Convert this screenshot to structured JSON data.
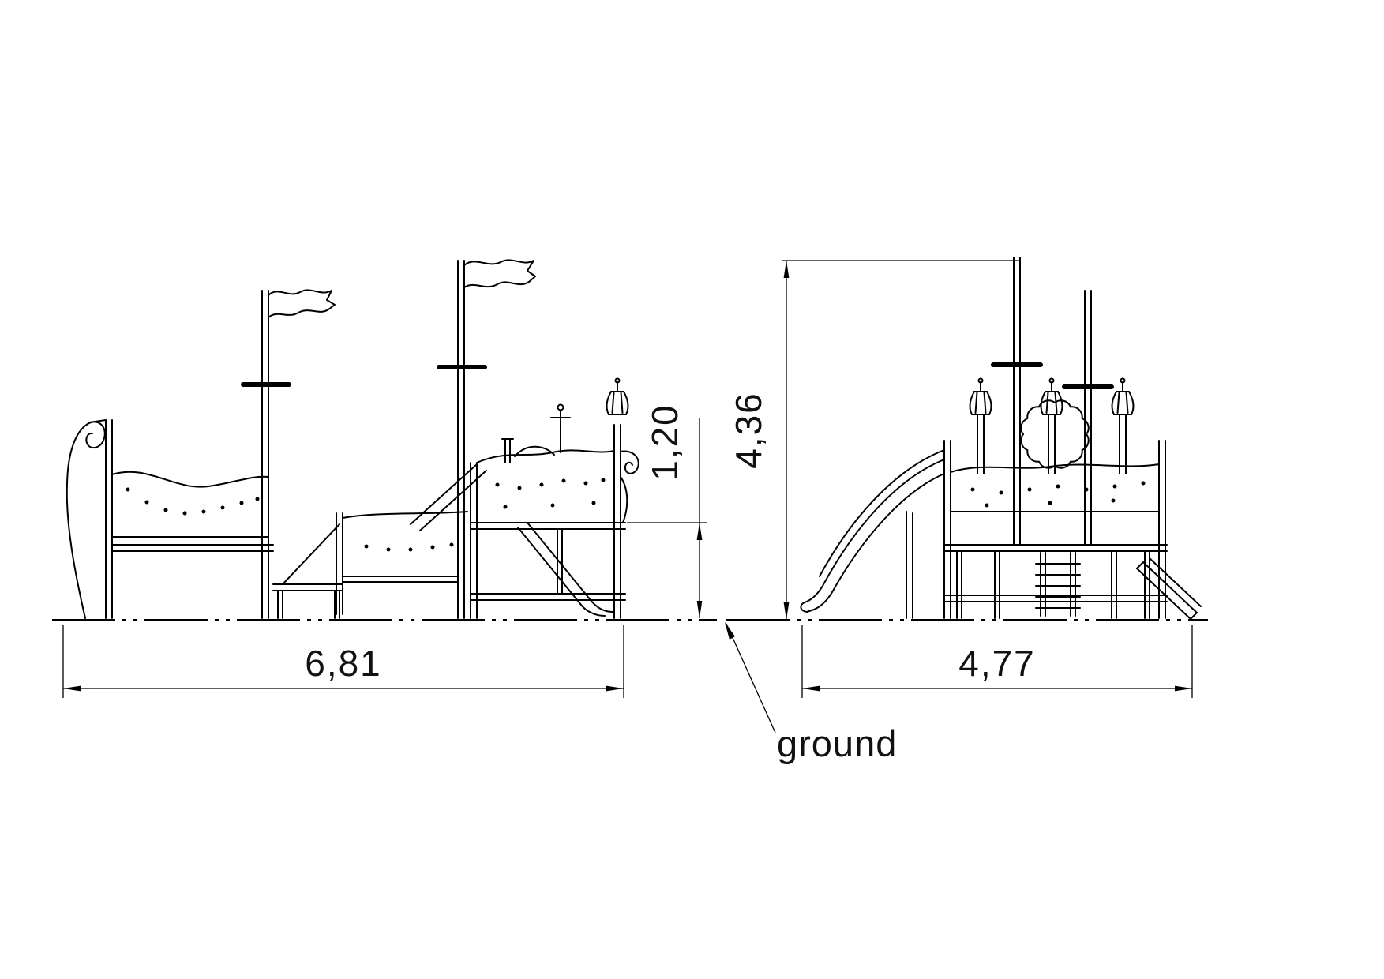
{
  "page": {
    "background": "#ffffff",
    "line_color": "#000000"
  },
  "views": {
    "side": {
      "length_label": "6,81",
      "platform_height_label": "1,20"
    },
    "front": {
      "height_label": "4,36",
      "width_label": "4,77"
    }
  },
  "ground_label": "ground"
}
